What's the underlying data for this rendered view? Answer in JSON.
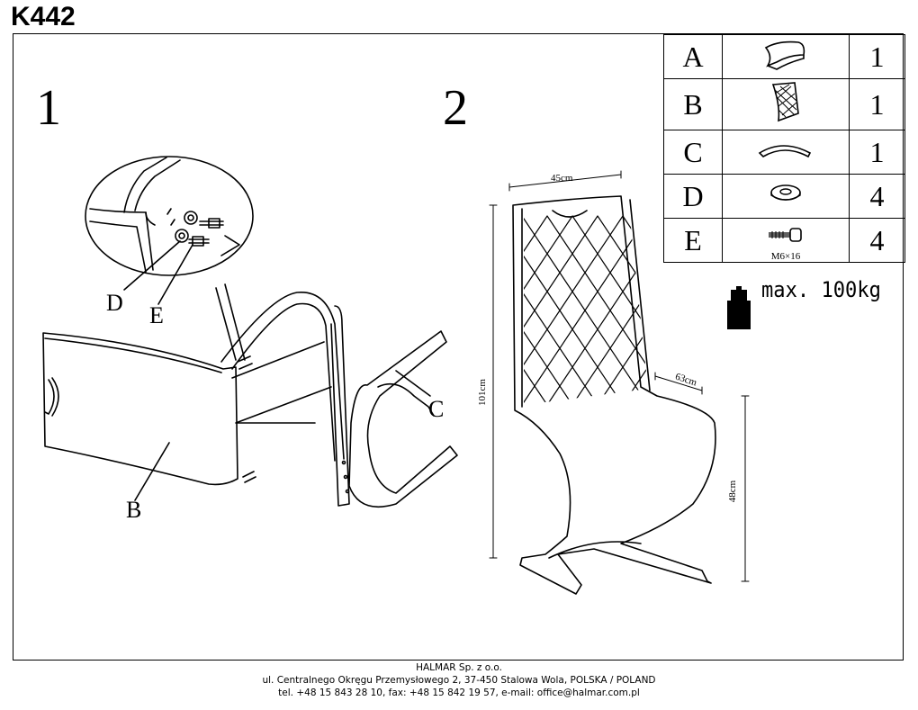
{
  "product": {
    "code": "K442"
  },
  "steps": {
    "one": "1",
    "two": "2"
  },
  "parts_table": [
    {
      "letter": "A",
      "icon": "seat-cushion-icon",
      "qty": "1"
    },
    {
      "letter": "B",
      "icon": "quilted-backrest-icon",
      "qty": "1"
    },
    {
      "letter": "C",
      "icon": "curved-bar-icon",
      "qty": "1"
    },
    {
      "letter": "D",
      "icon": "washer-icon",
      "qty": "4"
    },
    {
      "letter": "E",
      "icon": "bolt-icon",
      "qty": "4",
      "note": "M6×16"
    }
  ],
  "callouts": {
    "d": "D",
    "e": "E",
    "b": "B",
    "c": "C"
  },
  "dimensions": {
    "width": "45cm",
    "height": "101cm",
    "depth": "63cm",
    "seat_height": "48cm"
  },
  "max_load": "max. 100kg",
  "footer": {
    "company": "HALMAR Sp. z o.o.",
    "address": "ul. Centralnego Okręgu Przemysłowego 2, 37-450 Stalowa Wola, POLSKA / POLAND",
    "contact": "tel. +48 15 843 28 10, fax: +48 15 842 19 57, e-mail: office@halmar.com.pl"
  }
}
